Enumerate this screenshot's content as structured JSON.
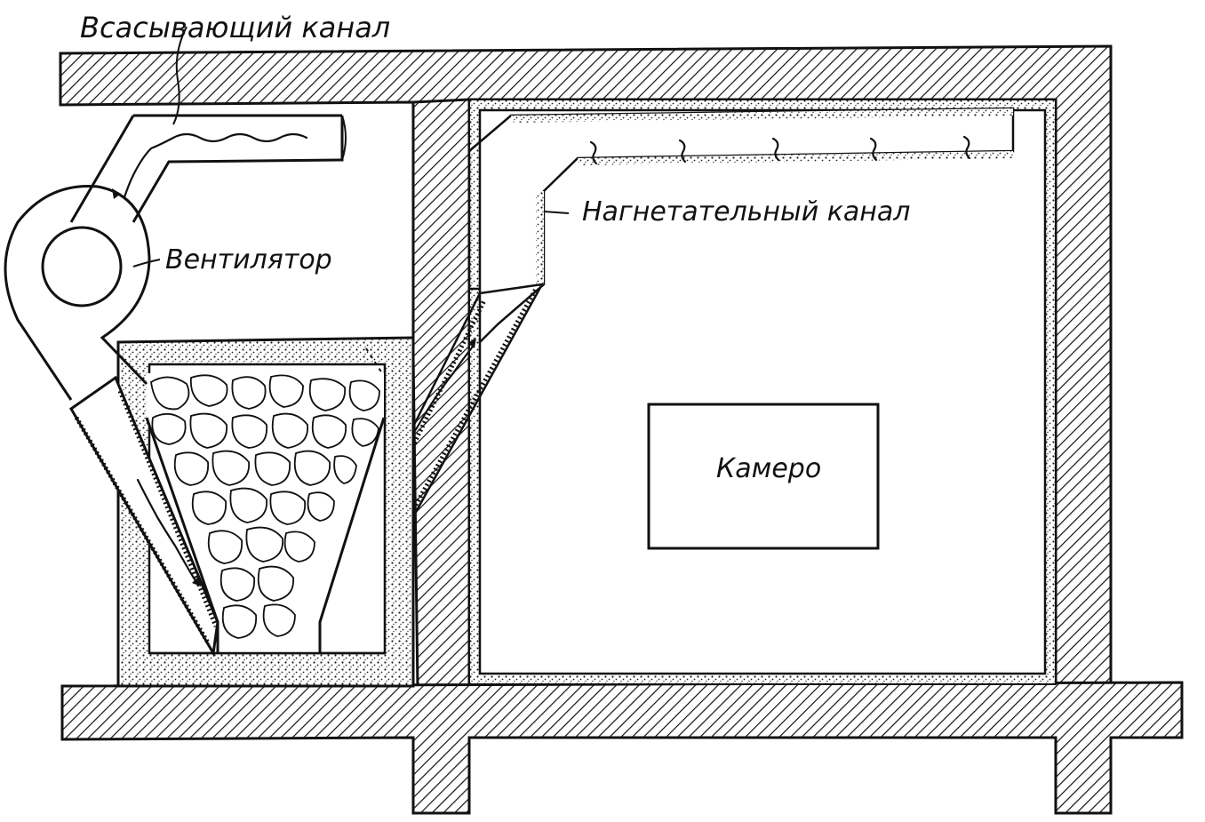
{
  "labels": {
    "suction_channel": "Всасывающий канал",
    "fan": "Вентилятор",
    "pressure_channel": "Нагнетательный канал",
    "chamber": "Камеро"
  },
  "colors": {
    "ink": "#111111",
    "paper": "#ffffff"
  }
}
